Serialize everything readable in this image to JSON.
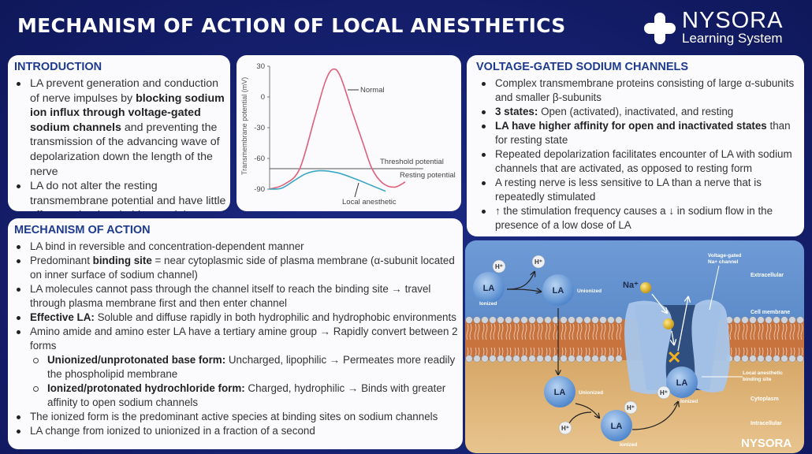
{
  "header": {
    "title": "MECHANISM OF ACTION OF LOCAL ANESTHETICS"
  },
  "logo": {
    "brand": "NYSORA",
    "subtitle": "Learning System",
    "icon": "plus-cross-icon"
  },
  "colors": {
    "background": "#142172",
    "heading": "#1d3a8f",
    "normal_curve": "#e0607a",
    "la_curve": "#3aa7c4",
    "threshold": "#555555"
  },
  "introduction": {
    "heading": "INTRODUCTION",
    "items": [
      {
        "segments": [
          {
            "t": "LA prevent generation and conduction of nerve impulses by "
          },
          {
            "t": "blocking sodium ion influx through voltage-gated sodium channels",
            "b": true
          },
          {
            "t": " and preventing the transmission of the advancing wave of depolarization down the length of the nerve"
          }
        ]
      },
      {
        "segments": [
          {
            "t": "LA do not alter the resting transmembrane potential and have little effect on the threshold potential"
          }
        ]
      }
    ]
  },
  "chart_data": {
    "type": "line",
    "ylabel": "Transmembrane potential (mV)",
    "xlabel": "",
    "ylim": [
      -90,
      30
    ],
    "yticks": [
      30,
      0,
      -30,
      -60,
      -90
    ],
    "grid": false,
    "series": [
      {
        "name": "Normal",
        "points": [
          [
            0,
            -90
          ],
          [
            10,
            -85
          ],
          [
            20,
            -70
          ],
          [
            30,
            -20
          ],
          [
            37,
            15
          ],
          [
            42,
            27
          ],
          [
            47,
            20
          ],
          [
            55,
            -15
          ],
          [
            62,
            -45
          ],
          [
            68,
            -70
          ],
          [
            75,
            -84
          ],
          [
            83,
            -88
          ],
          [
            90,
            -83
          ]
        ]
      },
      {
        "name": "Local anesthetic",
        "points": [
          [
            0,
            -90
          ],
          [
            8,
            -89
          ],
          [
            16,
            -82
          ],
          [
            24,
            -75
          ],
          [
            33,
            -72
          ],
          [
            45,
            -74
          ],
          [
            57,
            -80
          ],
          [
            67,
            -86
          ],
          [
            77,
            -92
          ]
        ]
      }
    ],
    "reference_lines": [
      {
        "name": "Threshold potential",
        "y": -70
      }
    ],
    "annotations": [
      "Resting potential"
    ]
  },
  "vgsc": {
    "heading": "VOLTAGE-GATED SODIUM CHANNELS",
    "items": [
      {
        "segments": [
          {
            "t": "Complex transmembrane proteins consisting of large α-subunits and smaller β-subunits"
          }
        ]
      },
      {
        "segments": [
          {
            "t": "3 states:",
            "b": true
          },
          {
            "t": " Open (activated), inactivated, and resting"
          }
        ]
      },
      {
        "segments": [
          {
            "t": "LA have higher affinity for open and inactivated states",
            "b": true
          },
          {
            "t": " than for resting state"
          }
        ]
      },
      {
        "segments": [
          {
            "t": "Repeated depolarization facilitates encounter of LA with sodium channels that are activated, as opposed to resting form"
          }
        ]
      },
      {
        "segments": [
          {
            "t": "A resting nerve is less sensitive to LA than a nerve that is repeatedly stimulated"
          }
        ]
      },
      {
        "segments": [
          {
            "t": "↑ the stimulation frequency causes a ↓ in sodium flow in the presence of a low dose of LA"
          }
        ]
      }
    ]
  },
  "moa": {
    "heading": "MECHANISM OF ACTION",
    "items": [
      {
        "segments": [
          {
            "t": "LA bind in reversible and concentration-dependent manner"
          }
        ]
      },
      {
        "segments": [
          {
            "t": "Predominant "
          },
          {
            "t": "binding site",
            "b": true
          },
          {
            "t": " = near cytoplasmic side of plasma membrane (α-subunit located on inner surface of sodium channel)"
          }
        ]
      },
      {
        "segments": [
          {
            "t": "LA molecules cannot pass through the channel itself to reach the binding site → travel through plasma membrane first and then enter channel"
          }
        ]
      },
      {
        "segments": [
          {
            "t": "Effective LA:",
            "b": true
          },
          {
            "t": " Soluble and diffuse rapidly in both hydrophilic and hydrophobic environments"
          }
        ]
      },
      {
        "segments": [
          {
            "t": "Amino amide and amino ester LA have a tertiary amine group → Rapidly convert between 2 forms"
          }
        ]
      },
      {
        "sub": true,
        "segments": [
          {
            "t": "Unionized/unprotonated base form:",
            "b": true
          },
          {
            "t": " Uncharged, lipophilic → Permeates more readily the phospholipid membrane"
          }
        ]
      },
      {
        "sub": true,
        "segments": [
          {
            "t": "Ionized/protonated hydrochloride form:",
            "b": true
          },
          {
            "t": " Charged, hydrophilic → Binds with greater affinity to open sodium channels"
          }
        ]
      },
      {
        "segments": [
          {
            "t": "The ionized form is the predominant active species at binding sites on sodium channels"
          }
        ]
      },
      {
        "segments": [
          {
            "t": "LA change from ionized to unionized in a fraction of a second"
          }
        ]
      }
    ]
  },
  "diagram": {
    "la": "LA",
    "h": "H⁺",
    "na": "Na⁺",
    "ionized": "Ionized",
    "unionized": "Unionized",
    "channel_label": [
      "Voltage-gated",
      "Na+ channel"
    ],
    "extracellular": "Extracellular",
    "cell_membrane": "Cell membrane",
    "binding_site": [
      "Local anesthetic",
      "binding site"
    ],
    "cytoplasm": "Cytoplasm",
    "intracellular": "Intracellular",
    "watermark": "NYSORA"
  }
}
